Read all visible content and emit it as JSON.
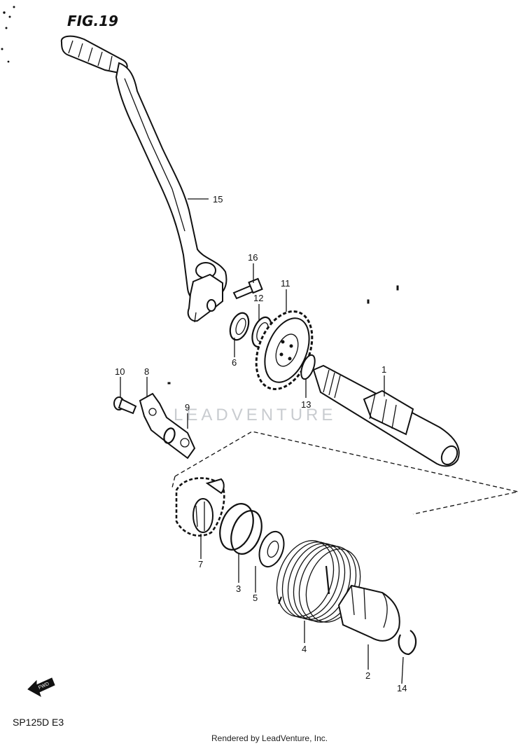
{
  "figure": {
    "title": "FIG.19",
    "model_code": "SP125D E3",
    "credit": "Rendered by LeadVenture, Inc.",
    "watermark": "LEADVENTURE",
    "fwd_label": "FWD"
  },
  "callouts": [
    {
      "id": "1",
      "label": "1",
      "part": "kick-starter-shaft"
    },
    {
      "id": "2",
      "label": "2",
      "part": "kick-spring-guide"
    },
    {
      "id": "3",
      "label": "3",
      "part": "kick-drive-spring-clip"
    },
    {
      "id": "4",
      "label": "4",
      "part": "kick-starter-return-spring"
    },
    {
      "id": "5",
      "label": "5",
      "part": "washer"
    },
    {
      "id": "6",
      "label": "6",
      "part": "oil-seal"
    },
    {
      "id": "7",
      "label": "7",
      "part": "kick-starter-drive-gear"
    },
    {
      "id": "8",
      "label": "8",
      "part": "kick-stopper-plate"
    },
    {
      "id": "9",
      "label": "9",
      "part": "washer-small"
    },
    {
      "id": "10",
      "label": "10",
      "part": "stopper-bolt"
    },
    {
      "id": "11",
      "label": "11",
      "part": "kick-idle-gear"
    },
    {
      "id": "12",
      "label": "12",
      "part": "washer-shim"
    },
    {
      "id": "13",
      "label": "13",
      "part": "thrust-washer"
    },
    {
      "id": "14",
      "label": "14",
      "part": "circlip"
    },
    {
      "id": "15",
      "label": "15",
      "part": "kick-starter-lever"
    },
    {
      "id": "16",
      "label": "16",
      "part": "lever-clamp-bolt"
    }
  ]
}
